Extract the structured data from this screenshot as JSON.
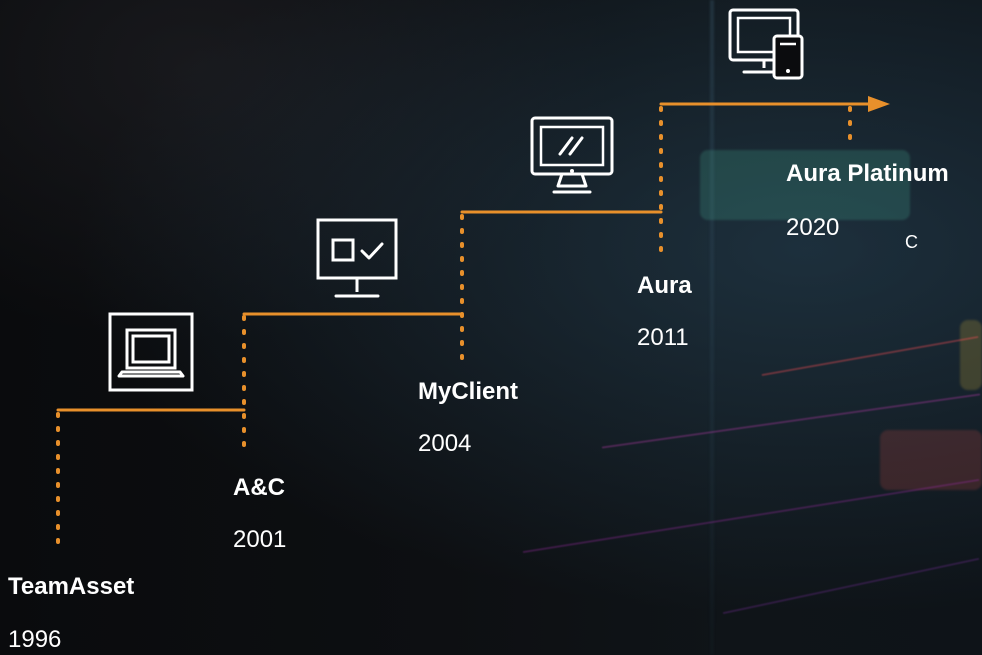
{
  "timeline": {
    "accent_color": "#e8902b",
    "milestones": [
      {
        "name": "TeamAsset",
        "year": "1996",
        "icon": "laptop-icon"
      },
      {
        "name": "A&C",
        "year": "2001",
        "icon": "monitor-check-icon"
      },
      {
        "name": "MyClient",
        "year": "2004",
        "icon": "desktop-monitor-icon"
      },
      {
        "name": "Aura",
        "year": "2011",
        "icon": "multi-device-icon"
      },
      {
        "name": "Aura Platinum",
        "year": "2020"
      }
    ],
    "stray_text": "C"
  }
}
